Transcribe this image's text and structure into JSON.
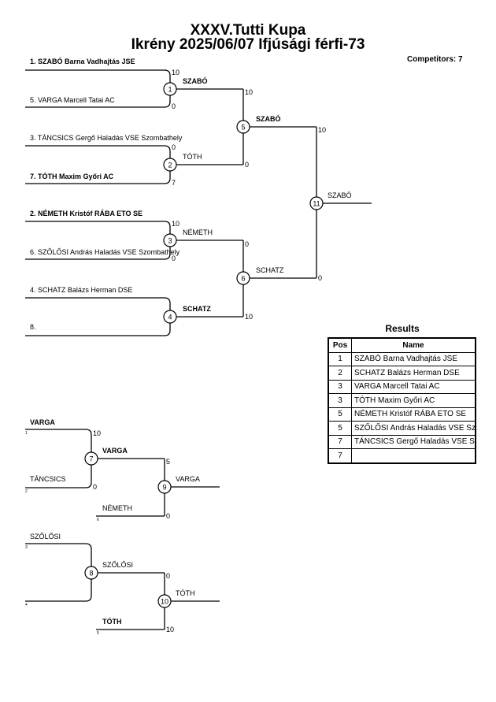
{
  "header": {
    "title1": "XXXV.Tutti Kupa",
    "title2": "Ikrény 2025/06/07 Ifjúsági férfi-73",
    "competitors": "Competitors: 7"
  },
  "entries": [
    "1. SZABÓ Barna Vadhajtás JSE",
    "5. VARGA Marcell Tatai AC",
    "3. TÁNCSICS Gergő Haladás VSE Szombathely",
    "7. TÓTH Maxim Győri AC",
    "2. NÉMETH Kristóf RÁBA ETO SE",
    "6. SZŐLŐSI András Haladás VSE Szombathely",
    "4. SCHATZ Balázs Herman DSE",
    "8."
  ],
  "matches": {
    "m1": {
      "no": "1",
      "winner": "SZABÓ",
      "score_top": "10",
      "score_bottom": "0"
    },
    "m2": {
      "no": "2",
      "winner": "TÓTH",
      "score_top": "0",
      "score_bottom": "7"
    },
    "m3": {
      "no": "3",
      "winner": "NÉMETH",
      "score_top": "10",
      "score_bottom": "0"
    },
    "m4": {
      "no": "4",
      "winner": "SCHATZ"
    },
    "m5": {
      "no": "5",
      "winner": "SZABÓ",
      "score_top": "10",
      "score_bottom": "0"
    },
    "m6": {
      "no": "6",
      "winner": "SCHATZ",
      "score_top": "0",
      "score_bottom": "10"
    },
    "m11": {
      "no": "11",
      "winner": "SZABÓ",
      "score_top": "10",
      "score_bottom": "0"
    }
  },
  "repechage": {
    "a_top_name": "VARGA",
    "a_top_seed": "1",
    "a_bot_name": "TÁNCSICS",
    "a_bot_seed": "2",
    "m7": {
      "no": "7",
      "winner": "VARGA",
      "score_top": "10",
      "score_bottom": "0"
    },
    "a_low_name": "NÉMETH",
    "a_low_seed": "6",
    "m9": {
      "no": "9",
      "winner": "VARGA",
      "score_top": "5",
      "score_bottom": "0"
    },
    "b_top_name": "SZŐLŐSI",
    "b_top_seed": "3",
    "b_bot_seed": "4",
    "m8": {
      "no": "8",
      "winner": "SZŐLŐSI"
    },
    "b_low_name": "TÓTH",
    "b_low_seed": "5",
    "m10": {
      "no": "10",
      "winner": "TÓTH",
      "score_top": "0",
      "score_bottom": "10"
    }
  },
  "results": {
    "caption": "Results",
    "col_pos": "Pos",
    "col_name": "Name",
    "rows": [
      {
        "pos": "1",
        "name": "SZABÓ Barna Vadhajtás JSE"
      },
      {
        "pos": "2",
        "name": "SCHATZ Balázs Herman DSE"
      },
      {
        "pos": "3",
        "name": "VARGA Marcell Tatai AC"
      },
      {
        "pos": "3",
        "name": "TÓTH Maxim Győri AC"
      },
      {
        "pos": "5",
        "name": "NÉMETH Kristóf RÁBA ETO SE"
      },
      {
        "pos": "5",
        "name": "SZŐLŐSI András Haladás VSE Szombathely"
      },
      {
        "pos": "7",
        "name": "TÁNCSICS Gergő Haladás VSE Szombathely"
      },
      {
        "pos": "7",
        "name": ""
      }
    ]
  }
}
